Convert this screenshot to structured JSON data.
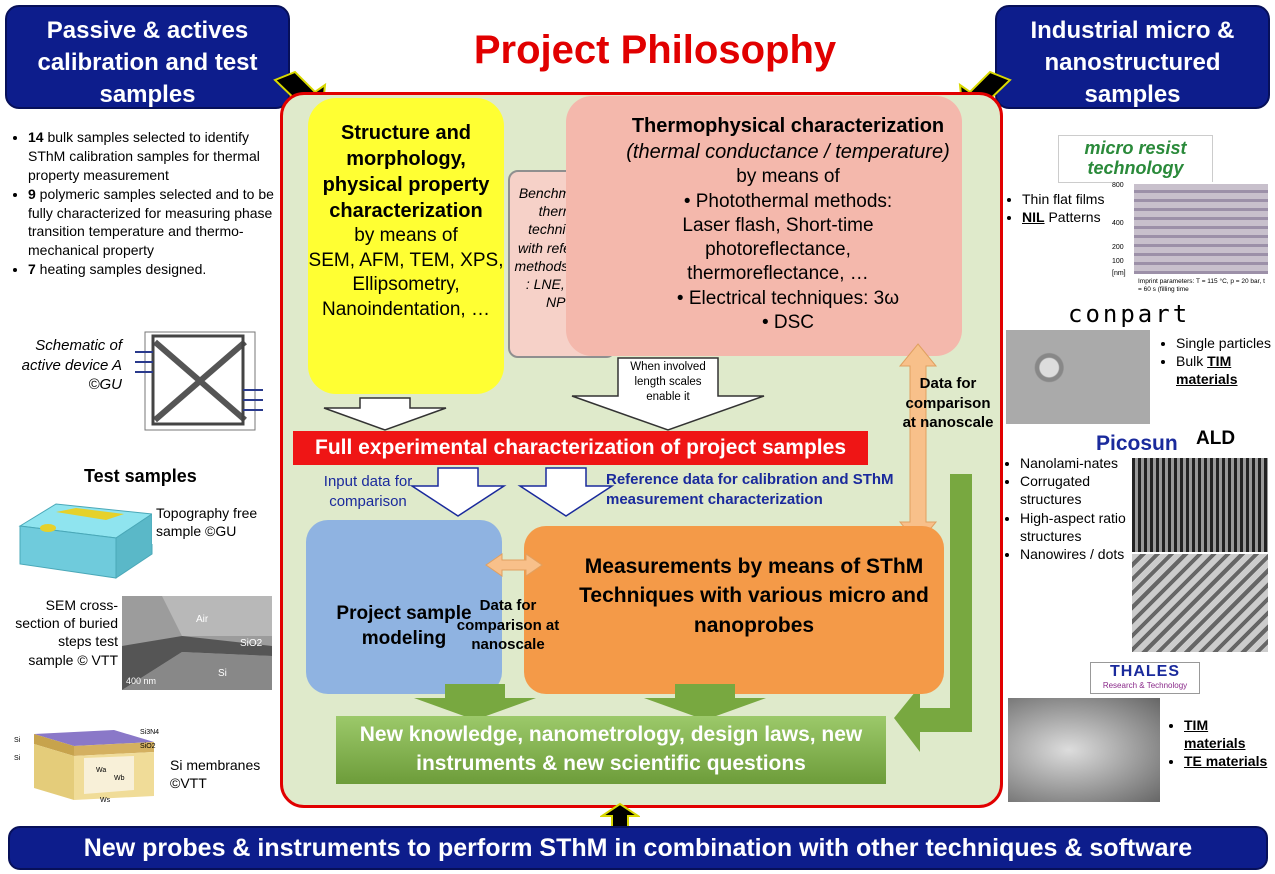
{
  "title": "Project Philosophy",
  "top_left_box": "Passive & actives calibration and test samples",
  "top_right_box": "Industrial micro & nanostructured samples",
  "bottom_bar": "New probes & instruments to perform SThM in combination with other techniques & software",
  "left": {
    "bullets": [
      {
        "bold": "14",
        "text": " bulk samples selected to identify SThM calibration samples for thermal property measurement"
      },
      {
        "bold": "9",
        "text": " polymeric samples selected and to be fully characterized  for measuring phase transition temperature and thermo-mechanical property"
      },
      {
        "bold": "7",
        "text": " heating samples designed."
      }
    ],
    "schematic_caption": "Schematic of active device A ©GU",
    "test_samples_heading": "Test samples",
    "topography_caption": "Topography free sample ©GU",
    "sem_caption": "SEM cross-section of buried steps test sample © VTT",
    "sem_labels": [
      "Air",
      "SiO2",
      "Si",
      "400 nm"
    ],
    "membrane_caption": "Si membranes ©VTT",
    "membrane_labels": [
      "Si",
      "Si",
      "Si3N4",
      "SiO2",
      "Wa",
      "Wb",
      "Ws"
    ]
  },
  "center": {
    "structure_box": "Structure and morphology, physical property characterization",
    "structure_methods_intro": "by means of",
    "structure_methods": "SEM, AFM, TEM, XPS, Ellipsometry, Nanoindentation, …",
    "benchmark_box": "Benchmark of thermal techniques with reference methods (NMIs : LNE, CMI, NPL)",
    "thermo_title": "Thermophysical characterization",
    "thermo_subtitle": "(thermal conductance / temperature)",
    "thermo_intro": "by means of",
    "thermo_bullet1": "• Photothermal methods:",
    "thermo_bullet1_detail": "Laser flash, Short-time photoreflectance, thermoreflectance, …",
    "thermo_bullet2": "• Electrical techniques: 3ω",
    "thermo_bullet3": "• DSC",
    "when_involved": "When involved length scales enable it",
    "data_comparison_right": "Data for comparison at nanoscale",
    "full_characterization": "Full experimental characterization of project samples",
    "input_data": "Input data for comparison",
    "reference_data": "Reference data for calibration and SThM measurement characterization",
    "modeling_box": "Project sample modeling",
    "data_comparison_center": "Data for comparison at nanoscale",
    "measurements_box": "Measurements by means of SThM Techniques with various micro and nanoprobes",
    "knowledge_bar": "New knowledge, nanometrology, design laws, new instruments & new scientific questions"
  },
  "right": {
    "mrt_logo": "micro resist technology",
    "mrt_items": [
      "Thin flat films",
      "NIL",
      "Patterns"
    ],
    "nil_axis": [
      "800",
      "400",
      "200",
      "100",
      "[nm]"
    ],
    "nil_params": "Imprint parameters: T = 115 °C, p = 20 bar, t = 60 s (filling time",
    "conpart_logo": "conpart",
    "conpart_items": [
      "Single particles",
      "Bulk",
      "TIM materials"
    ],
    "picosun_logo": "Picosun",
    "ald_label": "ALD",
    "ald_items": [
      "Nanolami-nates",
      "Corrugated structures",
      "High-aspect ratio structures",
      "Nanowires / dots"
    ],
    "thales_logo": "THALES",
    "thales_sub": "Research & Technology",
    "thales_items": [
      "TIM materials",
      "TE materials"
    ]
  }
}
